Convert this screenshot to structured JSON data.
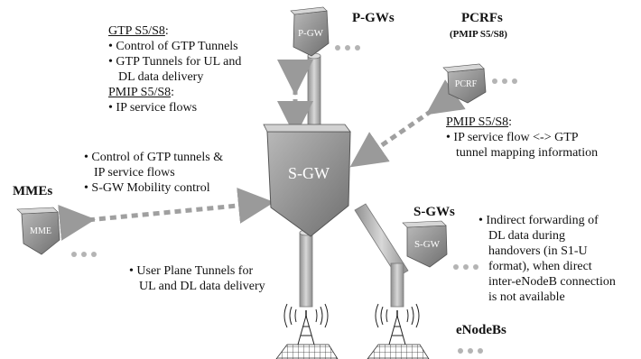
{
  "labels": {
    "pgw_group": "P-GWs",
    "pcrf_group": "PCRFs",
    "pcrf_sub": "(PMIP S5/S8)",
    "mme_group": "MMEs",
    "sgw_group": "S-GWs",
    "enb_group": "eNodeBs"
  },
  "nodes": {
    "pgw": "P-GW",
    "pcrf": "PCRF",
    "sgw_main": "S-GW",
    "sgw_small": "S-GW",
    "mme": "MME"
  },
  "pgw_note": {
    "gtp_heading": "GTP S5/S8",
    "gtp_items": [
      "Control of GTP Tunnels",
      "GTP Tunnels for UL and",
      "DL data delivery"
    ],
    "pmip_heading": "PMIP S5/S8",
    "pmip_items": [
      "IP service flows"
    ]
  },
  "pcrf_note": {
    "heading": "PMIP S5/S8",
    "item_line1": "IP service flow <-> GTP",
    "item_line2": "tunnel mapping information"
  },
  "mme_note": {
    "item1_line1": "Control of GTP tunnels &",
    "item1_line2": "IP service flows",
    "item2": "S-GW Mobility control"
  },
  "enb_note": {
    "line1": "User Plane Tunnels for",
    "line2": "UL and DL data delivery"
  },
  "sgw_note": {
    "lines": [
      "Indirect forwarding of",
      "DL data during",
      "handovers (in S1-U",
      "format), when direct",
      "inter-eNodeB connection",
      "is not available"
    ]
  },
  "colors": {
    "node_front": "#8a8a8a",
    "node_light": "#c6c6c6",
    "node_dark": "#5e5e5e",
    "connector": "#a8a8a8",
    "dots": "#b4b4b4"
  }
}
